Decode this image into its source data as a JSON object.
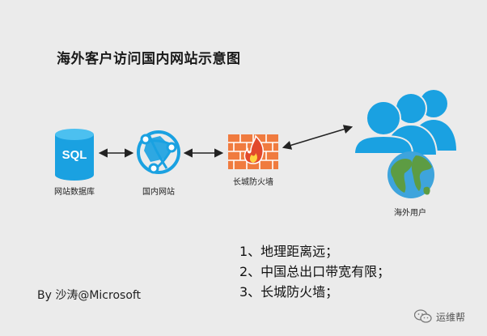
{
  "title": "海外客户访问国内网站示意图",
  "nodes": {
    "database": {
      "label": "网站数据库",
      "badge": "SQL"
    },
    "website": {
      "label": "国内网站"
    },
    "firewall": {
      "label": "长城防火墙"
    },
    "users": {
      "label": "海外用户"
    }
  },
  "reasons": [
    "1、地理距离远；",
    "2、中国总出口带宽有限；",
    "3、长城防火墙；"
  ],
  "author": "By 沙涛@Microsoft",
  "brand": "运维帮",
  "colors": {
    "azure_blue": "#1aa1e1",
    "firewall_orange": "#f07b3f",
    "firewall_red": "#e2492c",
    "earth_ocean": "#3ea4dc",
    "earth_land": "#5d9c43",
    "background": "#ebebeb"
  }
}
